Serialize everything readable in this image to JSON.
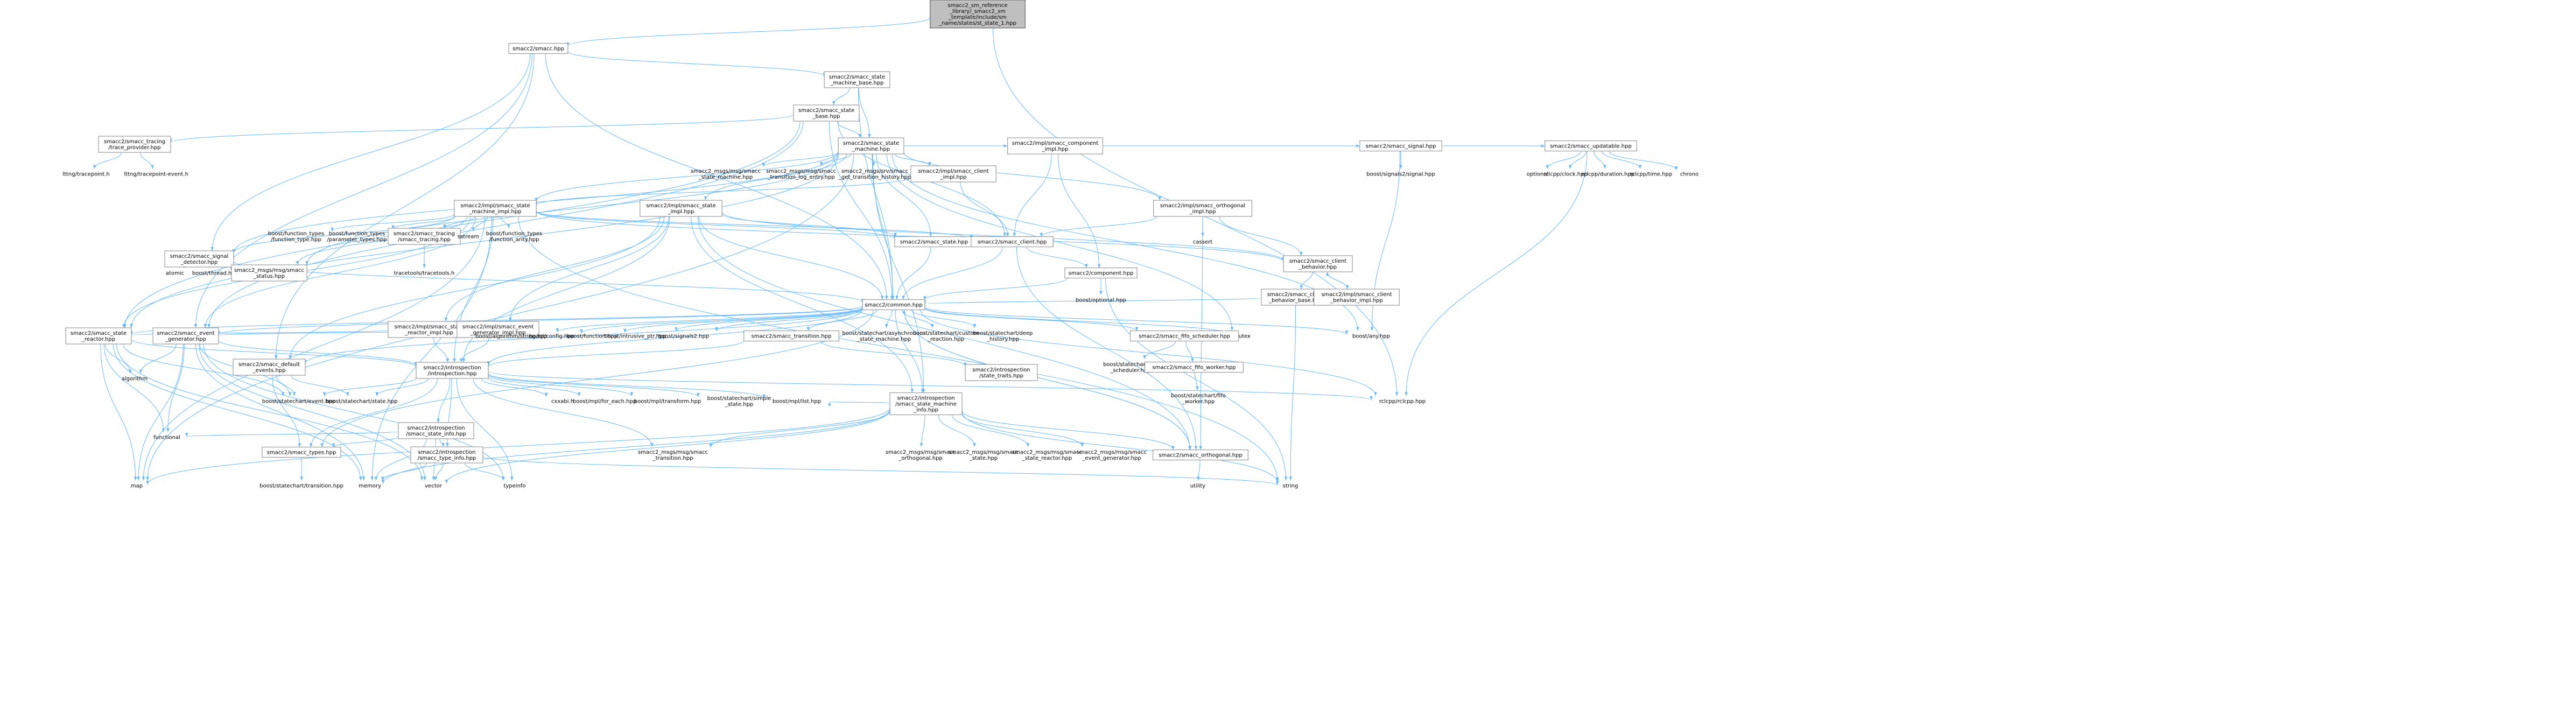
{
  "colors": {
    "edge": "#63b8ff",
    "node_border": "#999999",
    "root_fill": "#bfbfbf"
  },
  "nodes": [
    {
      "id": "root",
      "lines": [
        "smacc2_sm_reference",
        "_library/_smacc2_sm",
        "_template/include/sm",
        "_name/states/st_state_1.hpp"
      ],
      "root": true
    },
    {
      "id": "smacc",
      "lines": [
        "smacc2/smacc.hpp"
      ]
    },
    {
      "id": "sm_base",
      "lines": [
        "smacc2/smacc_state",
        "_machine_base.hpp"
      ]
    },
    {
      "id": "state_base",
      "lines": [
        "smacc2/smacc_state",
        "_base.hpp"
      ]
    },
    {
      "id": "state_machine",
      "lines": [
        "smacc2/smacc_state",
        "_machine.hpp"
      ]
    },
    {
      "id": "tracing_provider",
      "lines": [
        "smacc2/smacc_tracing",
        "/trace_provider.hpp"
      ]
    },
    {
      "id": "lttng_tp",
      "lines": [
        "lttng/tracepoint.h"
      ],
      "plain": true
    },
    {
      "id": "lttng_tpe",
      "lines": [
        "lttng/tracepoint-event.h"
      ],
      "plain": true
    },
    {
      "id": "msg_sm",
      "lines": [
        "smacc2_msgs/msg/smacc",
        "_state_machine.hpp"
      ],
      "plain": true
    },
    {
      "id": "msg_tlog",
      "lines": [
        "smacc2_msgs/msg/smacc",
        "_transition_log_entry.hpp"
      ],
      "plain": true
    },
    {
      "id": "srv_hist",
      "lines": [
        "smacc2_msgs/srv/smacc",
        "_get_transition_history.hpp"
      ],
      "plain": true
    },
    {
      "id": "client_impl",
      "lines": [
        "smacc2/impl/smacc_client",
        "_impl.hpp"
      ]
    },
    {
      "id": "component_impl",
      "lines": [
        "smacc2/impl/smacc_component",
        "_impl.hpp"
      ]
    },
    {
      "id": "signal",
      "lines": [
        "smacc2/smacc_signal.hpp"
      ]
    },
    {
      "id": "updatable",
      "lines": [
        "smacc2/smacc_updatable.hpp"
      ]
    },
    {
      "id": "sm_impl",
      "lines": [
        "smacc2/impl/smacc_state",
        "_machine_impl.hpp"
      ]
    },
    {
      "id": "state_impl",
      "lines": [
        "smacc2/impl/smacc_state",
        "_impl.hpp"
      ]
    },
    {
      "id": "orthogonal_impl",
      "lines": [
        "smacc2/impl/smacc_orthogonal",
        "_impl.hpp"
      ]
    },
    {
      "id": "signals2_signal",
      "lines": [
        "boost/signals2/signal.hpp"
      ],
      "plain": true
    },
    {
      "id": "optional",
      "lines": [
        "optional"
      ],
      "plain": true
    },
    {
      "id": "rclcpp_clock",
      "lines": [
        "rclcpp/clock.hpp"
      ],
      "plain": true
    },
    {
      "id": "rclcpp_duration",
      "lines": [
        "rclcpp/duration.hpp"
      ],
      "plain": true
    },
    {
      "id": "rclcpp_time",
      "lines": [
        "rclcpp/time.hpp"
      ],
      "plain": true
    },
    {
      "id": "chrono",
      "lines": [
        "chrono"
      ],
      "plain": true
    },
    {
      "id": "signal_detector",
      "lines": [
        "smacc2/smacc_signal",
        "_detector.hpp"
      ]
    },
    {
      "id": "ft_function",
      "lines": [
        "boost/function_types",
        "/function_type.hpp"
      ],
      "plain": true
    },
    {
      "id": "ft_param",
      "lines": [
        "boost/function_types",
        "/parameter_types.hpp"
      ],
      "plain": true
    },
    {
      "id": "tracing_hpp",
      "lines": [
        "smacc2/smacc_tracing",
        "/smacc_tracing.hpp"
      ]
    },
    {
      "id": "sstream",
      "lines": [
        "sstream"
      ],
      "plain": true
    },
    {
      "id": "ft_arity",
      "lines": [
        "boost/function_types",
        "/function_arity.hpp"
      ],
      "plain": true
    },
    {
      "id": "smacc_state",
      "lines": [
        "smacc2/smacc_state.hpp"
      ]
    },
    {
      "id": "smacc_client",
      "lines": [
        "smacc2/smacc_client.hpp"
      ]
    },
    {
      "id": "cassert",
      "lines": [
        "cassert"
      ],
      "plain": true
    },
    {
      "id": "client_behavior",
      "lines": [
        "smacc2/smacc_client",
        "_behavior.hpp"
      ]
    },
    {
      "id": "atomic",
      "lines": [
        "atomic"
      ],
      "plain": true
    },
    {
      "id": "boost_thread",
      "lines": [
        "boost/thread.hpp"
      ],
      "plain": true
    },
    {
      "id": "msg_status",
      "lines": [
        "smacc2_msgs/msg/smacc",
        "_status.hpp"
      ]
    },
    {
      "id": "tracetools",
      "lines": [
        "tracetools/tracetools.h"
      ],
      "plain": true
    },
    {
      "id": "component",
      "lines": [
        "smacc2/component.hpp"
      ]
    },
    {
      "id": "cb_base",
      "lines": [
        "smacc2/smacc_client",
        "_behavior_base.hpp"
      ]
    },
    {
      "id": "cb_impl",
      "lines": [
        "smacc2/impl/smacc_client",
        "_behavior_impl.hpp"
      ]
    },
    {
      "id": "boost_optional",
      "lines": [
        "boost/optional.hpp"
      ],
      "plain": true
    },
    {
      "id": "common",
      "lines": [
        "smacc2/common.hpp"
      ]
    },
    {
      "id": "state_reactor_impl",
      "lines": [
        "smacc2/impl/smacc_state",
        "_reactor_impl.hpp"
      ]
    },
    {
      "id": "event_gen_impl",
      "lines": [
        "smacc2/impl/smacc_event",
        "_generator_impl.hpp"
      ]
    },
    {
      "id": "state_reactor",
      "lines": [
        "smacc2/smacc_state",
        "_reactor.hpp"
      ]
    },
    {
      "id": "event_generator",
      "lines": [
        "smacc2/smacc_event",
        "_generator.hpp"
      ]
    },
    {
      "id": "algo_string",
      "lines": [
        "boost/algorithm/string.hpp"
      ],
      "plain": true
    },
    {
      "id": "boost_config",
      "lines": [
        "boost/config.hpp"
      ],
      "plain": true
    },
    {
      "id": "boost_function",
      "lines": [
        "boost/function.hpp"
      ],
      "plain": true
    },
    {
      "id": "intrusive_ptr",
      "lines": [
        "boost/intrusive_ptr.hpp"
      ],
      "plain": true
    },
    {
      "id": "signals2",
      "lines": [
        "boost/signals2.hpp"
      ],
      "plain": true
    },
    {
      "id": "smacc_transition",
      "lines": [
        "smacc2/smacc_transition.hpp"
      ]
    },
    {
      "id": "async_sm",
      "lines": [
        "boost/statechart/asynchronous",
        "_state_machine.hpp"
      ],
      "plain": true
    },
    {
      "id": "custom_reaction",
      "lines": [
        "boost/statechart/custom",
        "_reaction.hpp"
      ],
      "plain": true
    },
    {
      "id": "deep_history",
      "lines": [
        "boost/statechart/deep",
        "_history.hpp"
      ],
      "plain": true
    },
    {
      "id": "mutex",
      "lines": [
        "mutex"
      ],
      "plain": true
    },
    {
      "id": "fifo_scheduler",
      "lines": [
        "smacc2/smacc_fifo_scheduler.hpp"
      ]
    },
    {
      "id": "boost_any",
      "lines": [
        "boost/any.hpp"
      ],
      "plain": true
    },
    {
      "id": "algorithm",
      "lines": [
        "algorithm"
      ],
      "plain": true
    },
    {
      "id": "default_events",
      "lines": [
        "smacc2/smacc_default",
        "_events.hpp"
      ]
    },
    {
      "id": "introspection",
      "lines": [
        "smacc2/introspection",
        "/introspection.hpp"
      ]
    },
    {
      "id": "state_traits",
      "lines": [
        "smacc2/introspection",
        "/state_traits.hpp"
      ]
    },
    {
      "id": "sc_fifo_sched",
      "lines": [
        "boost/statechart/fifo",
        "_scheduler.hpp"
      ],
      "plain": true
    },
    {
      "id": "fifo_worker",
      "lines": [
        "smacc2/smacc_fifo_worker.hpp"
      ]
    },
    {
      "id": "sc_fifo_worker",
      "lines": [
        "boost/statechart/fifo",
        "_worker.hpp"
      ],
      "plain": true
    },
    {
      "id": "sc_event",
      "lines": [
        "boost/statechart/event.hpp"
      ],
      "plain": true
    },
    {
      "id": "sc_state",
      "lines": [
        "boost/statechart/state.hpp"
      ],
      "plain": true
    },
    {
      "id": "cxxabi",
      "lines": [
        "cxxabi.h"
      ],
      "plain": true
    },
    {
      "id": "mpl_foreach",
      "lines": [
        "boost/mpl/for_each.hpp"
      ],
      "plain": true
    },
    {
      "id": "mpl_transform",
      "lines": [
        "boost/mpl/transform.hpp"
      ],
      "plain": true
    },
    {
      "id": "sc_simple_state",
      "lines": [
        "boost/statechart/simple",
        "_state.hpp"
      ],
      "plain": true
    },
    {
      "id": "mpl_list",
      "lines": [
        "boost/mpl/list.hpp"
      ],
      "plain": true
    },
    {
      "id": "rclcpp",
      "lines": [
        "rclcpp/rclcpp.hpp"
      ],
      "plain": true
    },
    {
      "id": "sm_info",
      "lines": [
        "smacc2/introspection",
        "/smacc_state_machine",
        "_info.hpp"
      ]
    },
    {
      "id": "state_info",
      "lines": [
        "smacc2/introspection",
        "/smacc_state_info.hpp"
      ]
    },
    {
      "id": "functional",
      "lines": [
        "functional"
      ],
      "plain": true
    },
    {
      "id": "smacc_types",
      "lines": [
        "smacc2/smacc_types.hpp"
      ]
    },
    {
      "id": "type_info",
      "lines": [
        "smacc2/introspection",
        "/smacc_type_info.hpp"
      ]
    },
    {
      "id": "msg_transition",
      "lines": [
        "smacc2_msgs/msg/smacc",
        "_transition.hpp"
      ],
      "plain": true
    },
    {
      "id": "msg_orthogonal",
      "lines": [
        "smacc2_msgs/msg/smacc",
        "_orthogonal.hpp"
      ],
      "plain": true
    },
    {
      "id": "msg_state",
      "lines": [
        "smacc2_msgs/msg/smacc",
        "_state.hpp"
      ],
      "plain": true
    },
    {
      "id": "msg_state_reactor",
      "lines": [
        "smacc2_msgs/msg/smacc",
        "_state_reactor.hpp"
      ],
      "plain": true
    },
    {
      "id": "msg_event_gen",
      "lines": [
        "smacc2_msgs/msg/smacc",
        "_event_generator.hpp"
      ],
      "plain": true
    },
    {
      "id": "smacc_orthogonal",
      "lines": [
        "smacc2/smacc_orthogonal.hpp"
      ]
    },
    {
      "id": "map",
      "lines": [
        "map"
      ],
      "plain": true
    },
    {
      "id": "sc_transition",
      "lines": [
        "boost/statechart/transition.hpp"
      ],
      "plain": true
    },
    {
      "id": "memory",
      "lines": [
        "memory"
      ],
      "plain": true
    },
    {
      "id": "vector",
      "lines": [
        "vector"
      ],
      "plain": true
    },
    {
      "id": "typeinfo",
      "lines": [
        "typeinfo"
      ],
      "plain": true
    },
    {
      "id": "utility",
      "lines": [
        "utility"
      ],
      "plain": true
    },
    {
      "id": "string",
      "lines": [
        "string"
      ],
      "plain": true
    }
  ]
}
